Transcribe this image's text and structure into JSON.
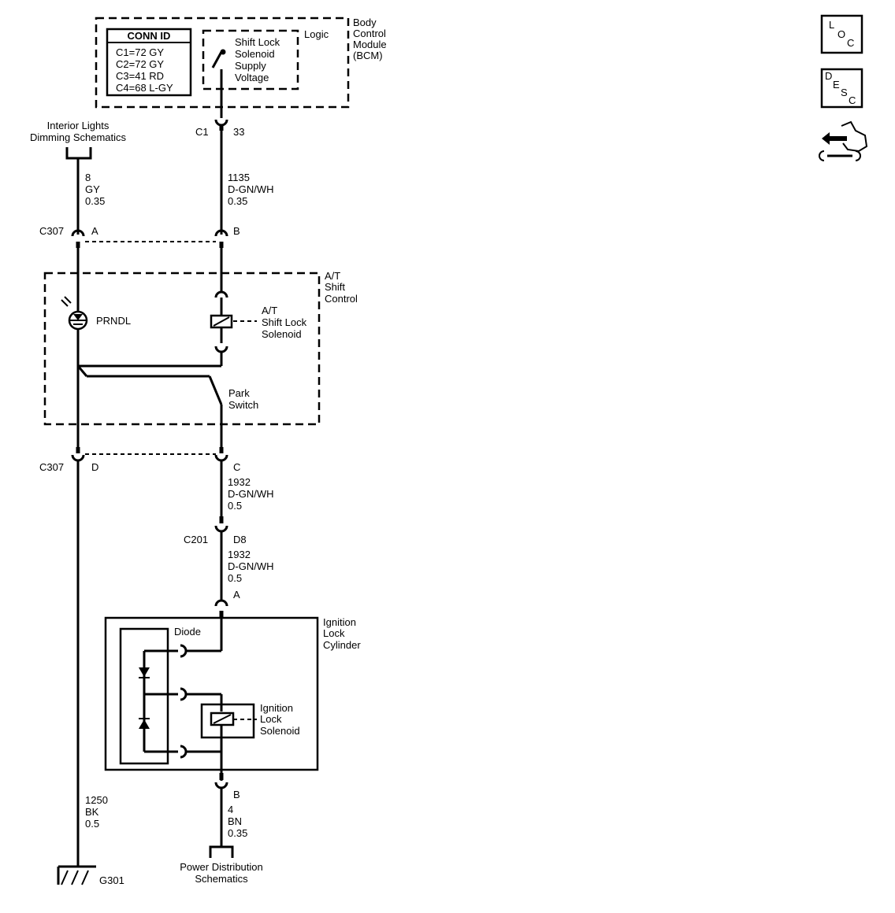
{
  "bcm": {
    "label_lines": [
      "Body",
      "Control",
      "Module",
      "(BCM)"
    ],
    "conn_id_title": "CONN ID",
    "conn_id_rows": [
      "C1=72 GY",
      "C2=72 GY",
      "C3=41 RD",
      "C4=68 L-GY"
    ],
    "logic_label": "Logic",
    "supply_lines": [
      "Shift Lock",
      "Solenoid",
      "Supply",
      "Voltage"
    ]
  },
  "connectors": {
    "c1": {
      "name": "C1",
      "pin": "33"
    },
    "c307_top": {
      "name": "C307",
      "pin_a": "A",
      "pin_b": "B"
    },
    "c307_bottom": {
      "name": "C307",
      "pin_d": "D",
      "pin_c": "C"
    },
    "c201": {
      "name": "C201",
      "pin": "D8"
    },
    "ignition_top_pin": "A",
    "ignition_bottom_pin": "B"
  },
  "refs": {
    "interior_lights": [
      "Interior Lights",
      "Dimming Schematics"
    ],
    "power_distribution": [
      "Power Distribution",
      "Schematics"
    ]
  },
  "wires": {
    "gy": [
      "8",
      "GY",
      "0.35"
    ],
    "dgn_1135": [
      "1135",
      "D-GN/WH",
      "0.35"
    ],
    "dgn_1932a": [
      "1932",
      "D-GN/WH",
      "0.5"
    ],
    "dgn_1932b": [
      "1932",
      "D-GN/WH",
      "0.5"
    ],
    "bk": [
      "1250",
      "BK",
      "0.5"
    ],
    "bn": [
      "4",
      "BN",
      "0.35"
    ]
  },
  "components": {
    "at_control": [
      "A/T",
      "Shift",
      "Control"
    ],
    "prndl": "PRNDL",
    "shift_lock_solenoid": [
      "A/T",
      "Shift Lock",
      "Solenoid"
    ],
    "park_switch": [
      "Park",
      "Switch"
    ],
    "ignition_lock_cylinder": [
      "Ignition",
      "Lock",
      "Cylinder"
    ],
    "diode": "Diode",
    "ignition_lock_solenoid": [
      "Ignition",
      "Lock",
      "Solenoid"
    ]
  },
  "ground": {
    "name": "G301"
  },
  "side_icons": {
    "loc": [
      "L",
      "O",
      "C"
    ],
    "desc": [
      "D",
      "E",
      "S",
      "C"
    ],
    "tool_icon": "hand-wrench-icon"
  }
}
